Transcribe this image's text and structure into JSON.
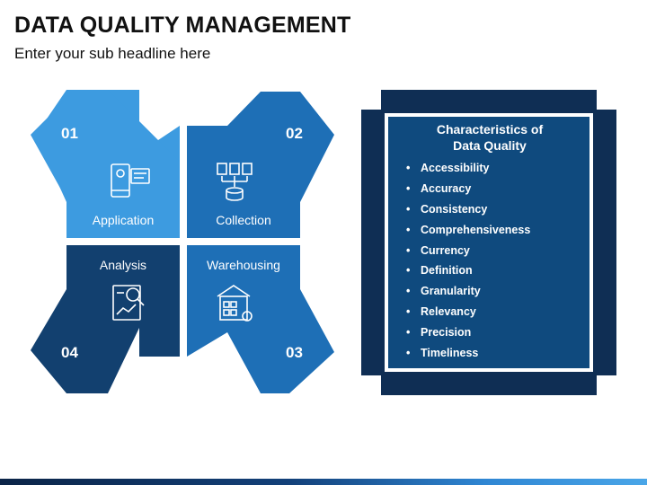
{
  "title": "DATA QUALITY MANAGEMENT",
  "subtitle": "Enter your sub headline here",
  "quadrants": [
    {
      "number": "01",
      "label": "Application",
      "color": "#3d9be0",
      "icon": "mobile-app-icon"
    },
    {
      "number": "02",
      "label": "Collection",
      "color": "#1e6fb6",
      "icon": "data-collection-icon"
    },
    {
      "number": "03",
      "label": "Warehousing",
      "color": "#1e6fb6",
      "icon": "warehouse-gear-icon"
    },
    {
      "number": "04",
      "label": "Analysis",
      "color": "#12406f",
      "icon": "analysis-report-icon"
    }
  ],
  "panel": {
    "heading_line1": "Characteristics of",
    "heading_line2": "Data Quality",
    "items": [
      "Accessibility",
      "Accuracy",
      "Consistency",
      "Comprehensiveness",
      "Currency",
      "Definition",
      "Granularity",
      "Relevancy",
      "Precision",
      "Timeliness"
    ],
    "outer_color": "#0f2e54",
    "inner_color": "#0f4a7e"
  },
  "colors": {
    "light_blue": "#3d9be0",
    "mid_blue": "#1e6fb6",
    "dark_blue": "#12406f"
  }
}
